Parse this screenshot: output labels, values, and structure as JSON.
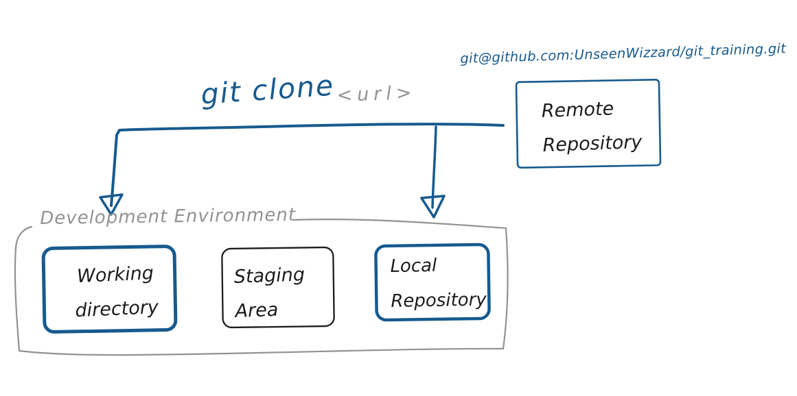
{
  "colors": {
    "ink_blue": "#175a8e",
    "ink_gray": "#909294",
    "ink_black": "#1c1c1e",
    "background": "#ffffff"
  },
  "annotations": {
    "remote_url": "git@github.com:UnseenWizzard/git_training.git",
    "command": "git clone",
    "command_argument": "<url>"
  },
  "nodes": {
    "remote_repository": {
      "line1": "Remote",
      "line2": "Repository"
    },
    "working_directory": {
      "line1": "Working",
      "line2": "directory"
    },
    "staging_area": {
      "line1": "Staging",
      "line2": "Area"
    },
    "local_repository": {
      "line1": "Local",
      "line2": "Repository"
    }
  },
  "groups": {
    "development_environment": {
      "label": "Development Environment"
    }
  }
}
